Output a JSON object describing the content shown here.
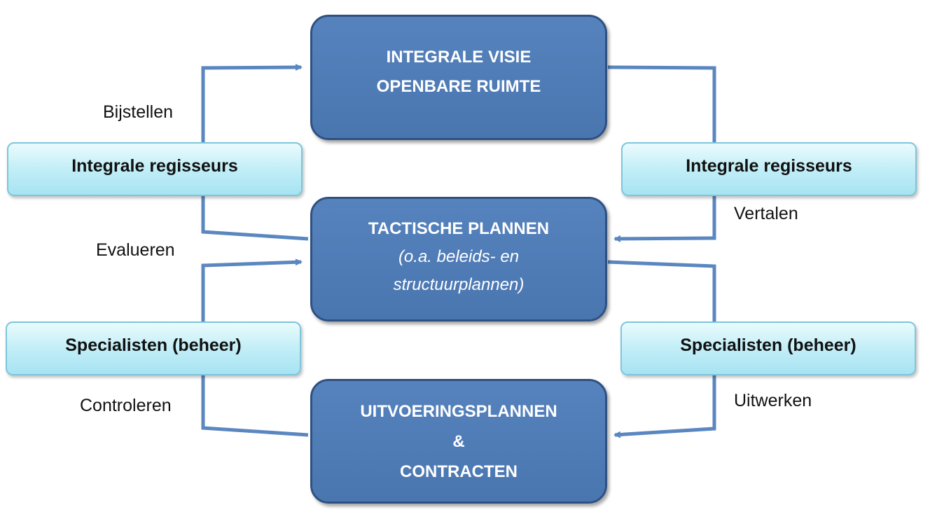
{
  "boxes": {
    "vision": {
      "line1": "INTEGRALE VISIE",
      "line2": "OPENBARE RUIMTE"
    },
    "tactical": {
      "title": "TACTISCHE PLANNEN",
      "sub1": "(o.a. beleids- en",
      "sub2": "structuurplannen)"
    },
    "execution": {
      "line1": "UITVOERINGSPLANNEN",
      "line2": "&",
      "line3": "CONTRACTEN"
    }
  },
  "roles": {
    "regisseurs_left": "Integrale regisseurs",
    "regisseurs_right": "Integrale regisseurs",
    "specialisten_left": "Specialisten (beheer)",
    "specialisten_right": "Specialisten (beheer)"
  },
  "edge_labels": {
    "bijstellen": "Bijstellen",
    "evalueren": "Evalueren",
    "controleren": "Controleren",
    "vertalen": "Vertalen",
    "uitwerken": "Uitwerken"
  },
  "colors": {
    "main_box": "#4f7db8",
    "main_border": "#2f5182",
    "role_box": "#c2eef7",
    "connector": "#5b87c0"
  }
}
